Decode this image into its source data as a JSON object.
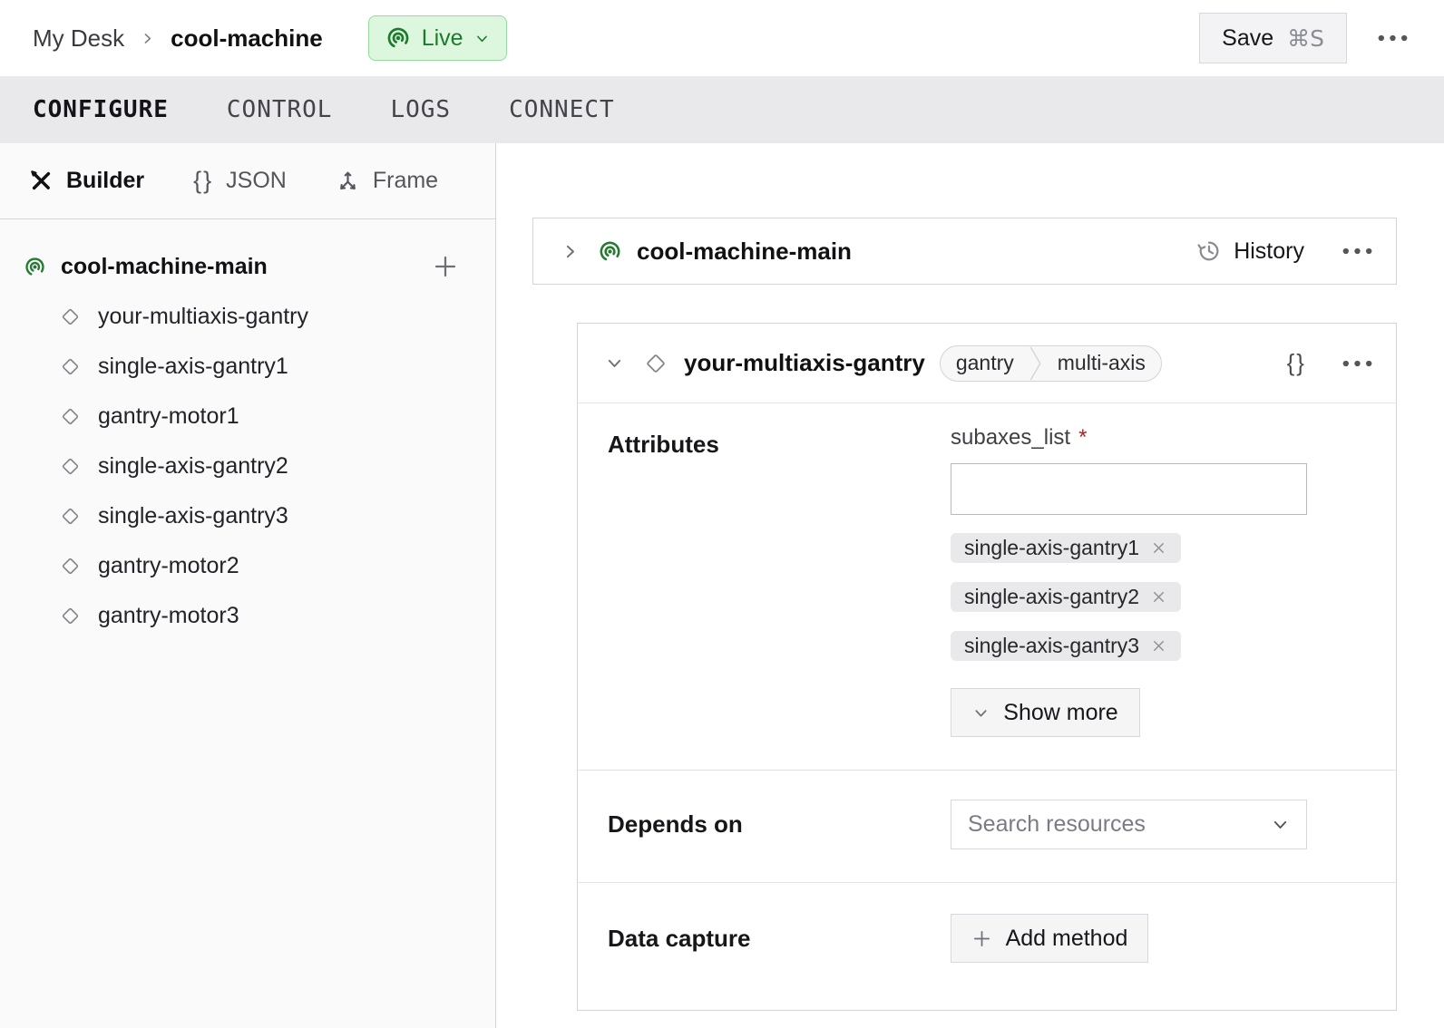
{
  "header": {
    "breadcrumb": {
      "parent": "My Desk",
      "current": "cool-machine"
    },
    "status": {
      "label": "Live"
    },
    "save": {
      "label": "Save",
      "shortcut": "⌘S"
    }
  },
  "tabs": [
    {
      "label": "CONFIGURE",
      "active": true
    },
    {
      "label": "CONTROL",
      "active": false
    },
    {
      "label": "LOGS",
      "active": false
    },
    {
      "label": "CONNECT",
      "active": false
    }
  ],
  "sidebar": {
    "views": [
      {
        "label": "Builder",
        "icon": "tools-icon",
        "active": true
      },
      {
        "label": "JSON",
        "icon": "braces-icon",
        "active": false
      },
      {
        "label": "Frame",
        "icon": "frame-axes-icon",
        "active": false
      }
    ],
    "tree": {
      "root": "cool-machine-main",
      "children": [
        "your-multiaxis-gantry",
        "single-axis-gantry1",
        "gantry-motor1",
        "single-axis-gantry2",
        "single-axis-gantry3",
        "gantry-motor2",
        "gantry-motor3"
      ]
    }
  },
  "main": {
    "machine_card": {
      "title": "cool-machine-main",
      "history_label": "History"
    },
    "component_card": {
      "title": "your-multiaxis-gantry",
      "type_tags": [
        "gantry",
        "multi-axis"
      ],
      "attributes": {
        "heading": "Attributes",
        "field_label": "subaxes_list",
        "required_marker": "*",
        "input_value": "",
        "chips": [
          "single-axis-gantry1",
          "single-axis-gantry2",
          "single-axis-gantry3"
        ],
        "show_more_label": "Show more"
      },
      "depends_on": {
        "heading": "Depends on",
        "placeholder": "Search resources"
      },
      "data_capture": {
        "heading": "Data capture",
        "add_method_label": "Add method"
      }
    }
  },
  "colors": {
    "accent_green": "#267b33",
    "live_badge_bg": "#dcf7dd",
    "live_badge_border": "#94da9f",
    "live_badge_text": "#1e7a2e",
    "tabbar_bg": "#e9e9ec",
    "sidebar_bg": "#fafafa",
    "border": "#d5d5d9",
    "chip_bg": "#e9e9ec",
    "required_red": "#b42125"
  }
}
